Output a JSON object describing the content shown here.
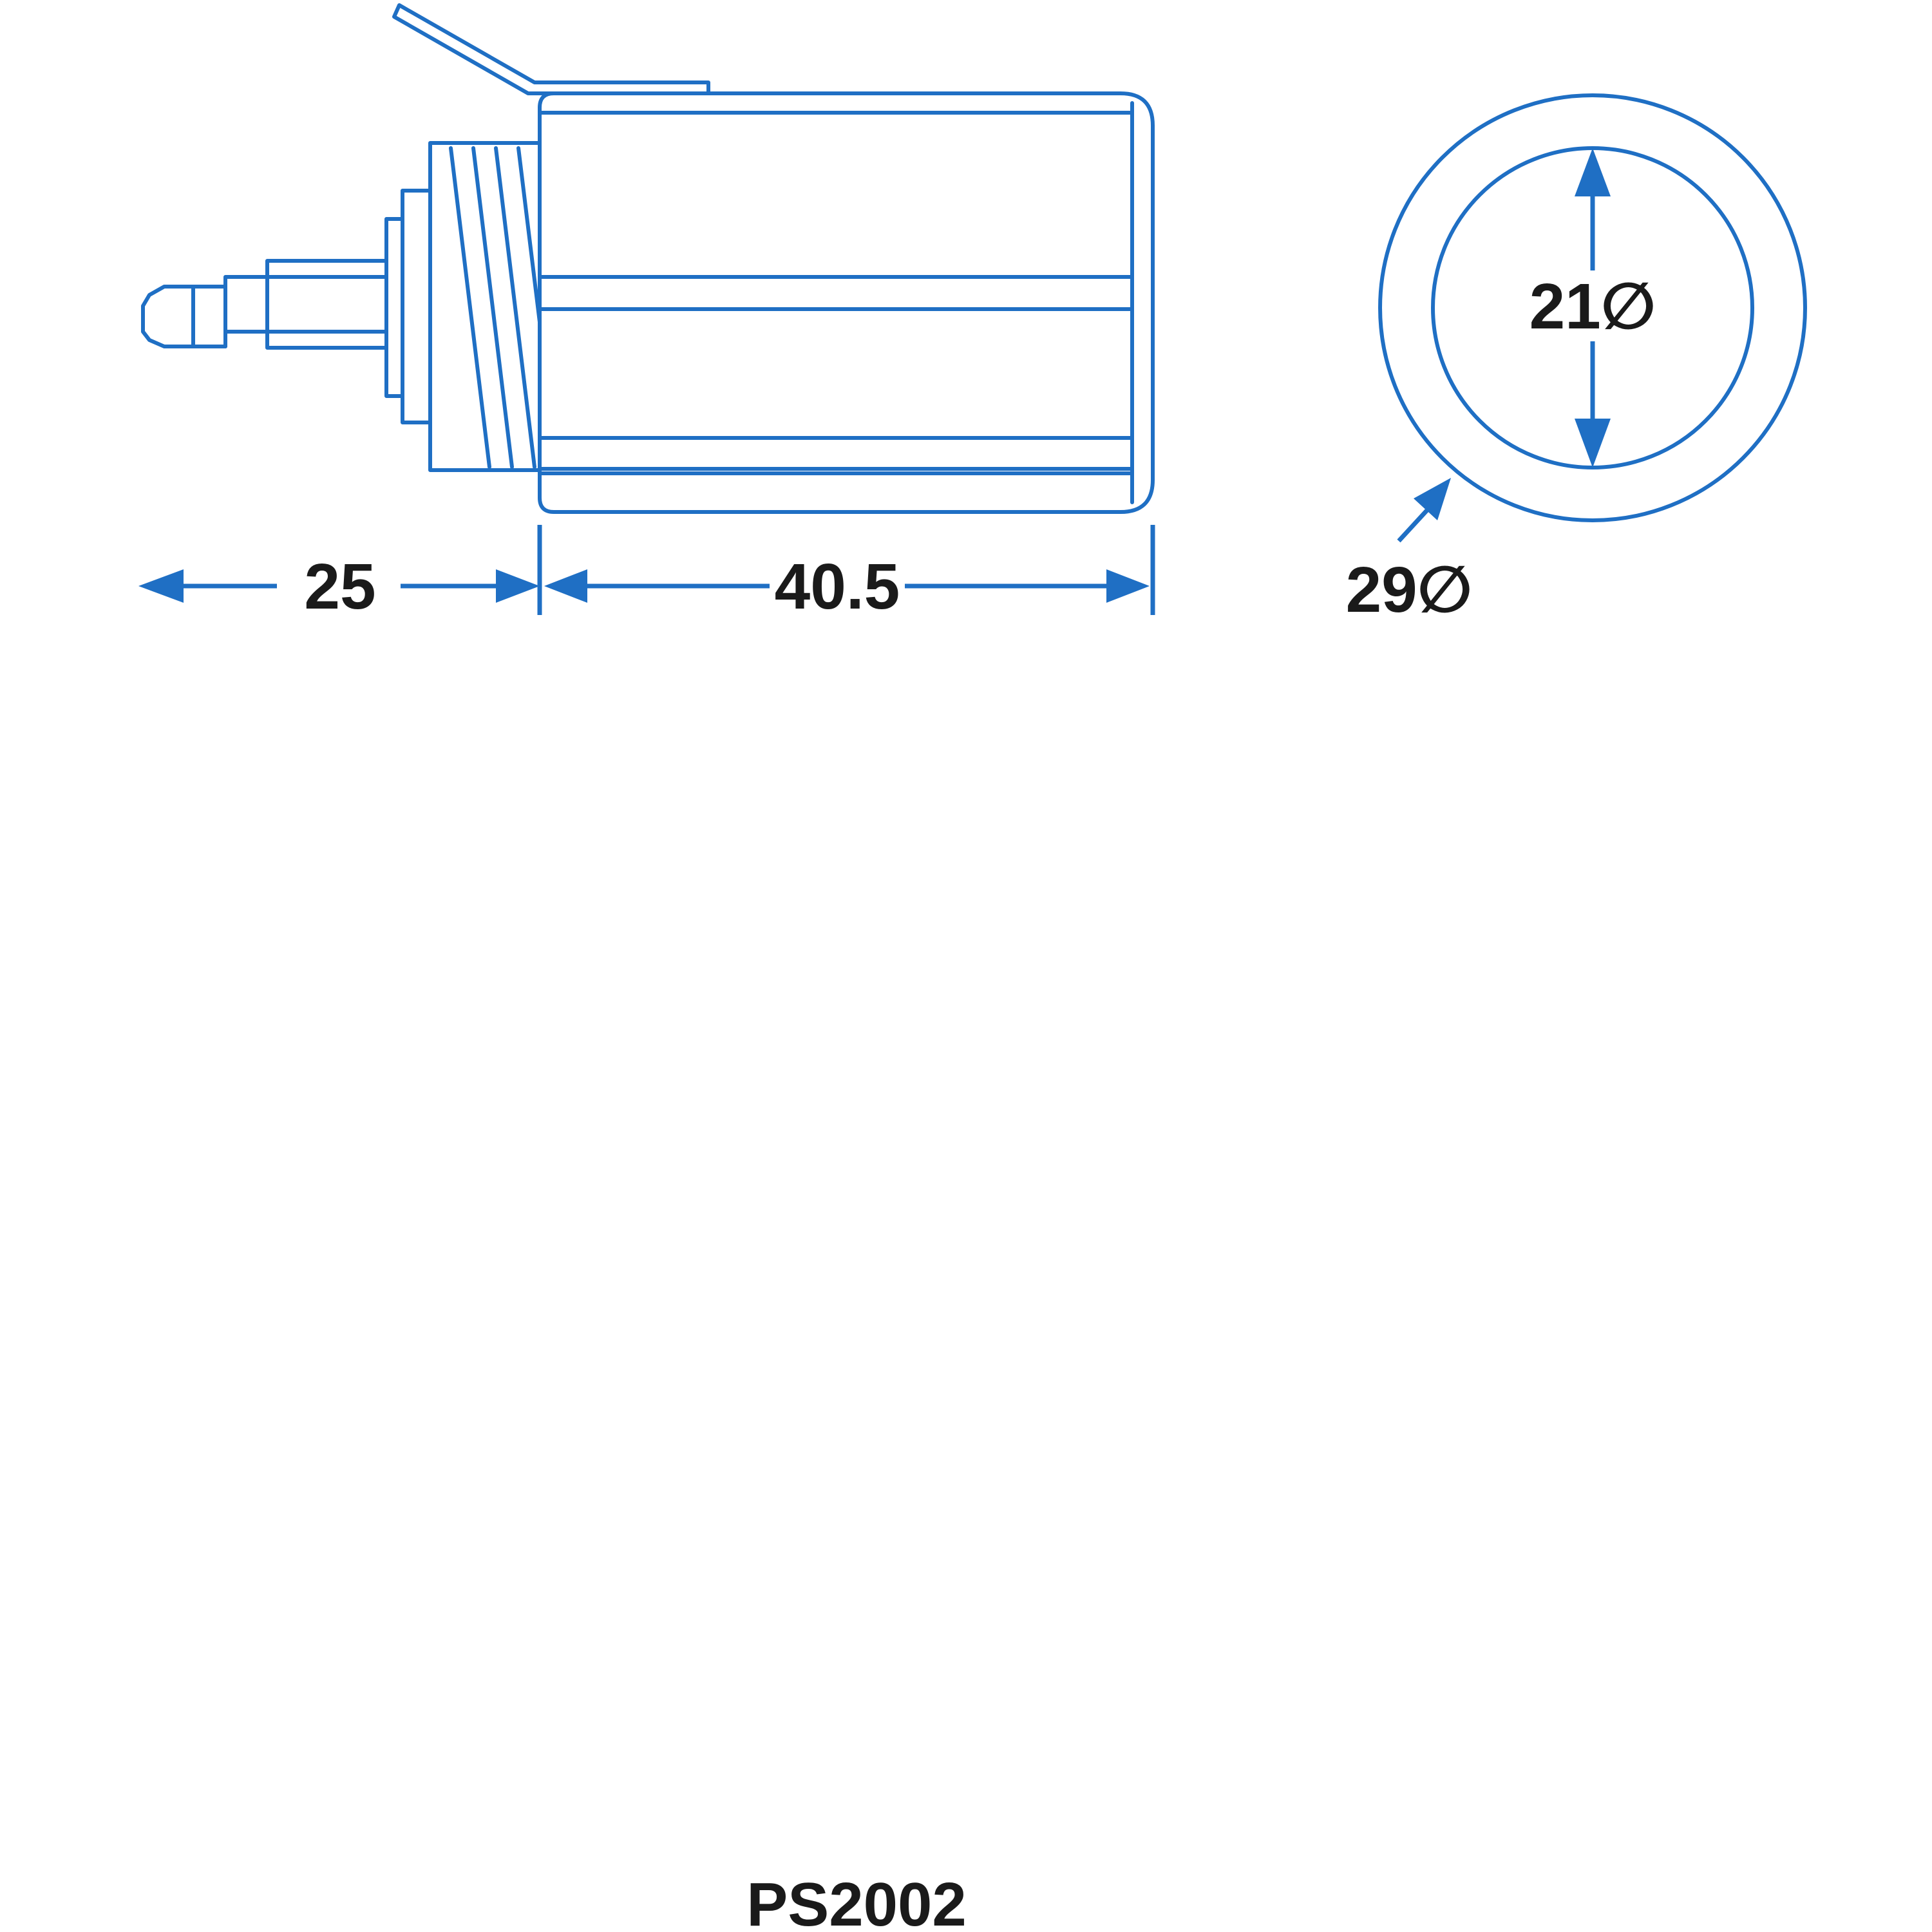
{
  "colors": {
    "line": "#1f6fc4",
    "text": "#1a1a1a",
    "background": "#ffffff"
  },
  "dimensions": {
    "plunger_length": "25",
    "body_length": "40.5",
    "inner_diameter": "21∅",
    "outer_diameter": "29∅"
  },
  "part_code": "PS2002"
}
